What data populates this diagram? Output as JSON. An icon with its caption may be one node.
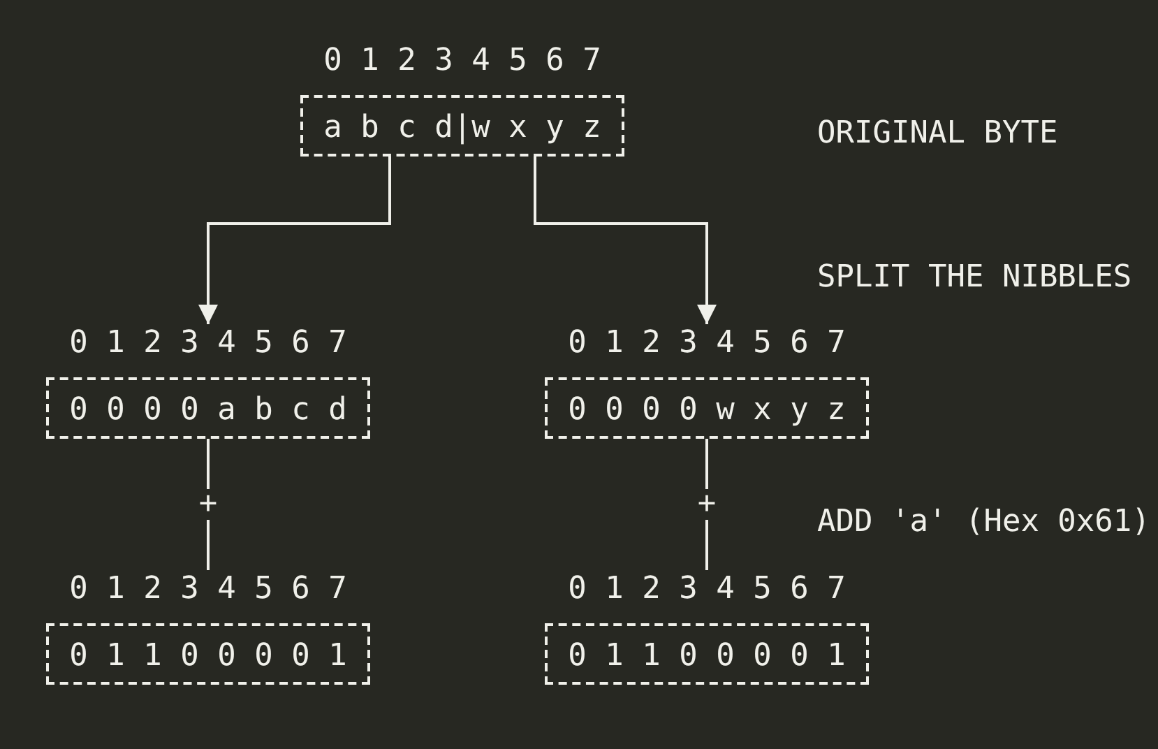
{
  "diagram": {
    "nodes": [
      {
        "text": [
          "0 1 2 3 4 5 6 7",
          "a b c d|w x y z"
        ]
      },
      {
        "text": [
          "0 1 2 3 4 5 6 7",
          "0 0 0 0 a b c d"
        ]
      },
      {
        "text": [
          "0 1 2 3 4 5 6 7",
          "0 0 0 0 w x y z"
        ]
      },
      {
        "text": [
          "0 1 2 3 4 5 6 7",
          "0 1 1 0 0 0 0 1"
        ]
      },
      {
        "text": [
          "0 1 2 3 4 5 6 7",
          "0 1 1 0 0 0 0 1"
        ]
      }
    ],
    "edges": [
      {
        "from": 0,
        "to": 1,
        "arrow": "to"
      },
      {
        "from": 0,
        "to": 2,
        "arrow": "to"
      },
      {
        "from": 1,
        "to": 3,
        "arrow": "none",
        "label": "+"
      },
      {
        "from": 2,
        "to": 4,
        "arrow": "none",
        "label": "+"
      }
    ],
    "labels": [
      "ORIGINAL BYTE",
      "SPLIT THE NIBBLES",
      "ADD 'a' (Hex 0x61)"
    ]
  }
}
